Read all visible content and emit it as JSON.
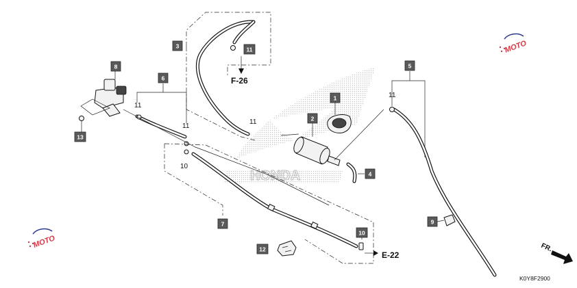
{
  "callouts": [
    {
      "id": "1",
      "label": "1"
    },
    {
      "id": "2",
      "label": "2"
    },
    {
      "id": "3",
      "label": "3"
    },
    {
      "id": "4",
      "label": "4"
    },
    {
      "id": "5",
      "label": "5"
    },
    {
      "id": "6",
      "label": "6"
    },
    {
      "id": "7",
      "label": "7"
    },
    {
      "id": "8",
      "label": "8"
    },
    {
      "id": "9",
      "label": "9"
    },
    {
      "id": "10",
      "label": "10"
    },
    {
      "id": "11",
      "label": "11"
    },
    {
      "id": "12",
      "label": "12"
    },
    {
      "id": "13",
      "label": "13"
    }
  ],
  "plain_labels": {
    "n11_a": "11",
    "n11_b": "11",
    "n11_c": "11",
    "n11_d": "11",
    "n10": "10"
  },
  "references": {
    "f26": "F-26",
    "e22": "E-22"
  },
  "direction": "FR.",
  "diagram_code": "K0Y8F2900",
  "colors": {
    "callout_fill": "#5a5a5a",
    "watermark_red": "#d23a48",
    "watermark_blue": "#2b3a8c",
    "halftone": "#c8c8c8"
  }
}
